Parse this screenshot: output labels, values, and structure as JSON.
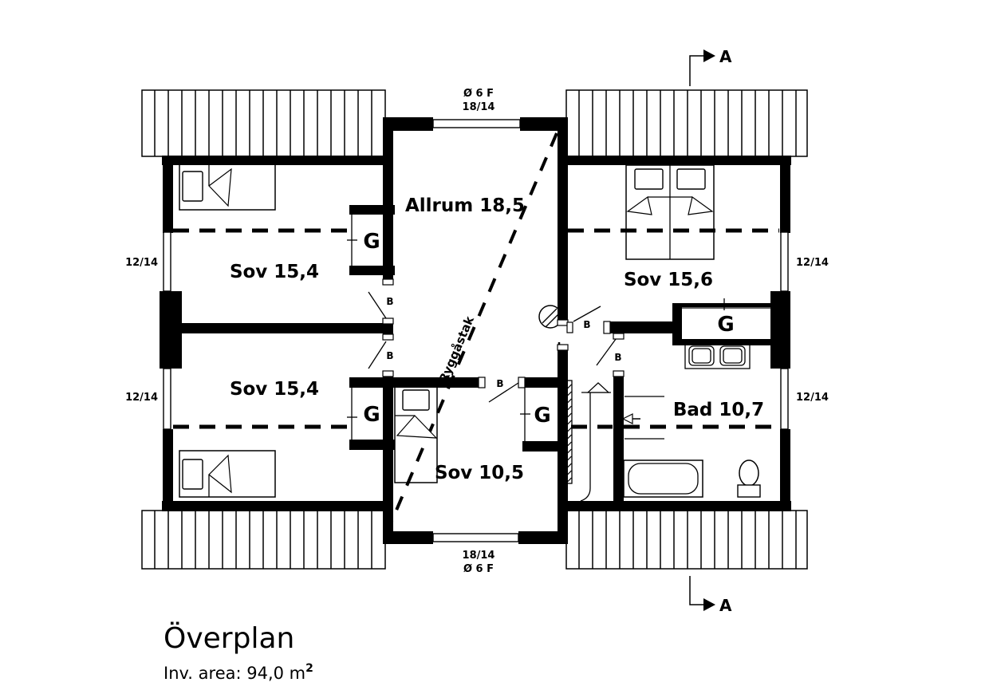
{
  "title": {
    "main": "Överplan",
    "area": "Inv. area: 94,0 m",
    "area_sup": "2"
  },
  "rooms": {
    "allrum": {
      "label": "Allrum 18,5"
    },
    "sov_nw": {
      "label": "Sov 15,4"
    },
    "sov_sw": {
      "label": "Sov 15,4"
    },
    "sov_ne": {
      "label": "Sov 15,6"
    },
    "sov_s": {
      "label": "Sov 10,5"
    },
    "bad": {
      "label": "Bad 10,7"
    }
  },
  "annotations": {
    "closet": "G",
    "door": "B",
    "window_side": "12/14",
    "ridge": "Ryggåstak",
    "section": "A",
    "window_top_line1": "Ø 6 F",
    "window_top_line2": "18/14",
    "window_bottom_line1": "18/14",
    "window_bottom_line2": "Ø 6 F"
  },
  "colors": {
    "ink": "#000000",
    "paper": "#ffffff"
  }
}
